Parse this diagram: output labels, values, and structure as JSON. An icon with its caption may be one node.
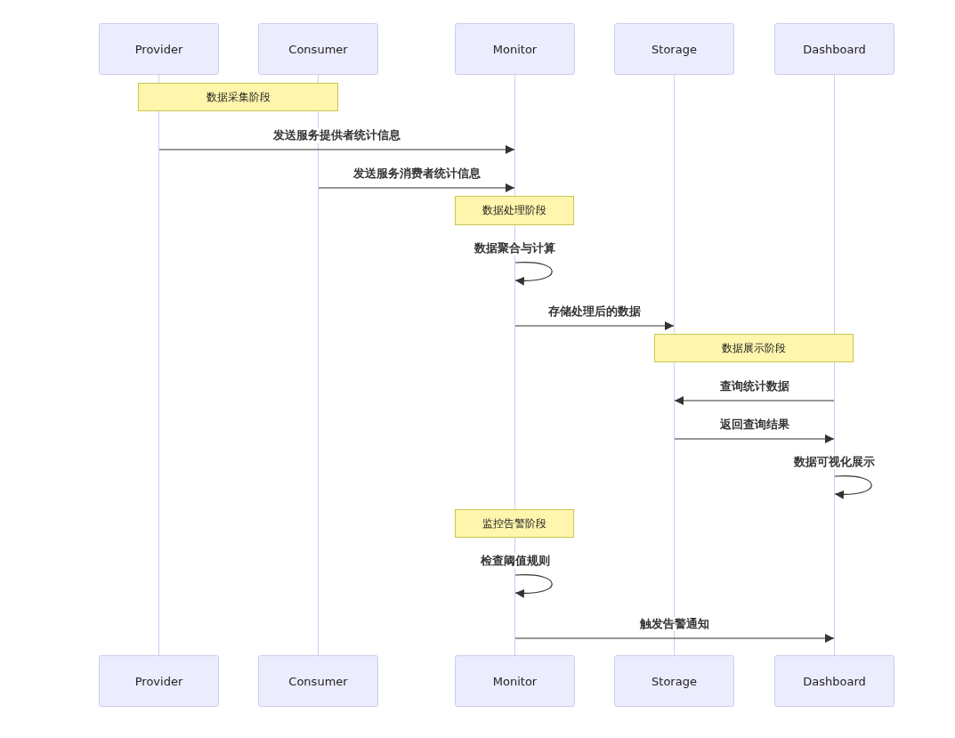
{
  "diagram": {
    "nodes": [
      {
        "text": [
          "Provider"
        ]
      },
      {
        "text": [
          "Consumer"
        ]
      },
      {
        "text": [
          "Monitor"
        ]
      },
      {
        "text": [
          "Storage"
        ]
      },
      {
        "text": [
          "Dashboard"
        ]
      },
      {
        "text": [],
        "shape": "bar"
      },
      {
        "text": [],
        "shape": "bar"
      },
      {
        "text": [],
        "shape": "bar"
      },
      {
        "text": [],
        "shape": "bar"
      },
      {
        "text": [],
        "shape": "bar"
      },
      {
        "text": [
          "Provider"
        ]
      },
      {
        "text": [
          "Consumer"
        ]
      },
      {
        "text": [
          "Monitor"
        ]
      },
      {
        "text": [
          "Storage"
        ]
      },
      {
        "text": [
          "Dashboard"
        ]
      },
      {
        "text": [
          "数据采集阶段"
        ]
      },
      {
        "text": [
          "数据处理阶段"
        ]
      },
      {
        "text": [
          "数据展示阶段"
        ]
      },
      {
        "text": [
          "监控告警阶段"
        ]
      }
    ],
    "edges": [
      {
        "from": 5,
        "to": 7,
        "arrow": "to",
        "label": "发送服务提供者统计信息"
      },
      {
        "from": 6,
        "to": 7,
        "arrow": "to",
        "label": "发送服务消费者统计信息"
      },
      {
        "from": 7,
        "to": 7,
        "arrow": "to",
        "label": "数据聚合与计算"
      },
      {
        "from": 7,
        "to": 8,
        "arrow": "to",
        "label": "存储处理后的数据"
      },
      {
        "from": 9,
        "to": 8,
        "arrow": "to",
        "label": "查询统计数据"
      },
      {
        "from": 8,
        "to": 9,
        "arrow": "to",
        "label": "返回查询结果"
      },
      {
        "from": 9,
        "to": 9,
        "arrow": "to",
        "label": "数据可视化展示"
      },
      {
        "from": 7,
        "to": 7,
        "arrow": "to",
        "label": "检查阈值规则"
      },
      {
        "from": 7,
        "to": 9,
        "arrow": "to",
        "label": "触发告警通知"
      }
    ]
  }
}
